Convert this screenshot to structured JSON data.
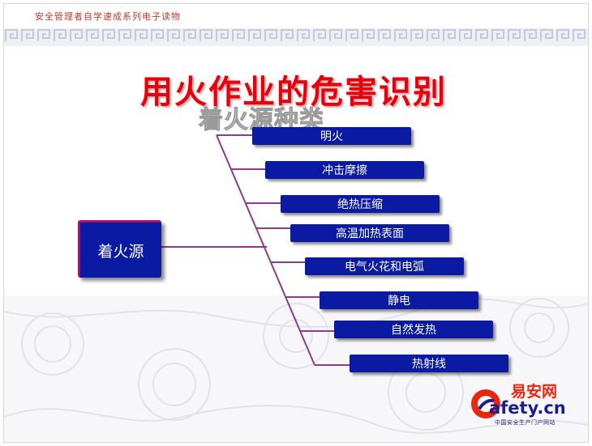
{
  "header": {
    "series_text": "安全管理者自学速成系列电子读物"
  },
  "title": "用火作业的危害识别",
  "subtitle_overlay": "着火源种类",
  "diagram": {
    "root": "着火源",
    "branches": [
      "明火",
      "冲击摩擦",
      "绝热压缩",
      "高温加热表面",
      "电气火花和电弧",
      "静电",
      "自然发热",
      "热射线"
    ]
  },
  "logo": {
    "cn": "易安网",
    "en": "afety.cn",
    "sub": "中国安全生产门户网站"
  },
  "colors": {
    "title": "#e8000b",
    "node_fill": "#0b1aa3",
    "connector": "#8b3c8b",
    "header_text": "#c0392b"
  }
}
